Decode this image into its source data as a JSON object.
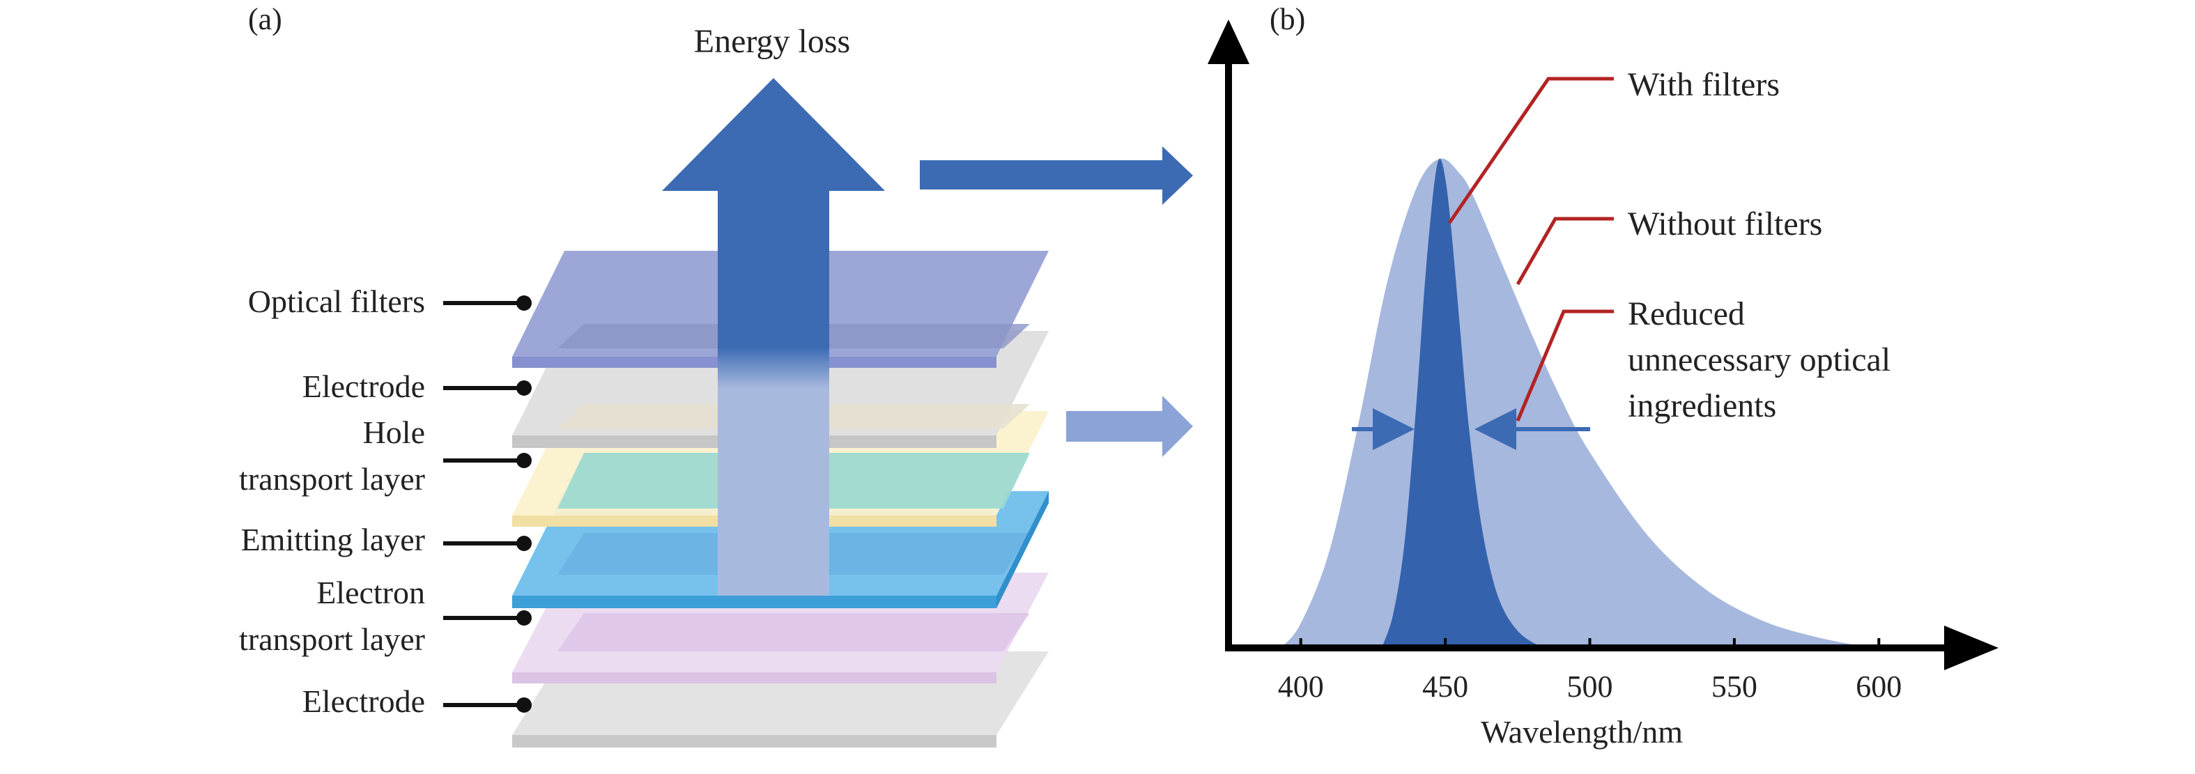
{
  "panel_a": {
    "label": "(a)",
    "energy_loss": "Energy loss",
    "layers": {
      "optical_filters": "Optical filters",
      "electrode_top": "Electrode",
      "hole_transport_1": "Hole",
      "hole_transport_2": "transport layer",
      "emitting": "Emitting layer",
      "electron_transport_1": "Electron",
      "electron_transport_2": "transport layer",
      "electrode_bottom": "Electrode"
    }
  },
  "panel_b": {
    "label": "(b)",
    "annotations": {
      "with_filters": "With filters",
      "without_filters": "Without filters",
      "reduced_1": "Reduced",
      "reduced_2": "unnecessary optical",
      "reduced_3": "ingredients"
    }
  },
  "colors": {
    "arrow_blue": "#3c6bb3",
    "light_blue": "#a6b8dd",
    "dark_blue": "#3462ad",
    "filter_layer": "#8d98d0",
    "electrode_layer": "#dcdcdc",
    "hole_layer": "#fbf0c9",
    "emitting_layer": "#5bb6e8",
    "electron_layer": "#ead8f0",
    "callout_red": "#b32323"
  },
  "chart_data": {
    "type": "area",
    "xlabel": "Wavelength/nm",
    "ylabel": "",
    "xticks": [
      400,
      450,
      500,
      550,
      600
    ],
    "xlim": [
      375,
      625
    ],
    "ylim": [
      0,
      1.05
    ],
    "series": [
      {
        "name": "Without filters",
        "x": [
          393,
          400,
          410,
          420,
          430,
          440,
          448,
          455,
          460,
          470,
          480,
          490,
          500,
          520,
          540,
          560,
          580,
          598
        ],
        "y": [
          0.0,
          0.05,
          0.2,
          0.46,
          0.75,
          0.94,
          1.0,
          0.97,
          0.92,
          0.78,
          0.64,
          0.51,
          0.4,
          0.23,
          0.12,
          0.055,
          0.02,
          0.0
        ]
      },
      {
        "name": "With filters",
        "x": [
          428,
          432,
          436,
          440,
          443,
          446,
          448,
          450,
          452,
          455,
          458,
          462,
          466,
          470,
          475,
          480,
          485
        ],
        "y": [
          0.0,
          0.07,
          0.22,
          0.5,
          0.75,
          0.94,
          1.0,
          0.96,
          0.86,
          0.66,
          0.46,
          0.27,
          0.15,
          0.08,
          0.035,
          0.012,
          0.0
        ]
      }
    ]
  }
}
